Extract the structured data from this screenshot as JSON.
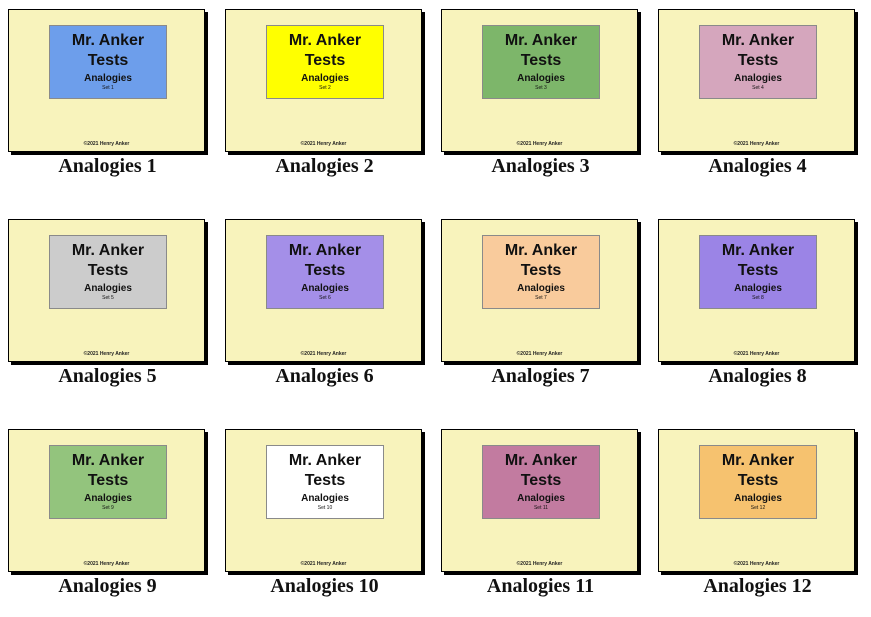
{
  "copyright": "©2021 Henry Anker",
  "cover_line1": "Mr. Anker",
  "cover_line2": "Tests",
  "cover_line3": "Analogies",
  "cards": [
    {
      "set": "Set 1",
      "caption": "Analogies 1",
      "color": "#6d9eeb"
    },
    {
      "set": "Set 2",
      "caption": "Analogies 2",
      "color": "#ffff00"
    },
    {
      "set": "Set 3",
      "caption": "Analogies 3",
      "color": "#7db66a"
    },
    {
      "set": "Set 4",
      "caption": "Analogies 4",
      "color": "#d5a6bd"
    },
    {
      "set": "Set 5",
      "caption": "Analogies 5",
      "color": "#cccccc"
    },
    {
      "set": "Set 6",
      "caption": "Analogies 6",
      "color": "#a48fe8"
    },
    {
      "set": "Set 7",
      "caption": "Analogies 7",
      "color": "#f9cb9c"
    },
    {
      "set": "Set 8",
      "caption": "Analogies 8",
      "color": "#9b84e6"
    },
    {
      "set": "Set 9",
      "caption": "Analogies 9",
      "color": "#93c47d"
    },
    {
      "set": "Set 10",
      "caption": "Analogies 10",
      "color": "#ffffff"
    },
    {
      "set": "Set 11",
      "caption": "Analogies 11",
      "color": "#c27ba0"
    },
    {
      "set": "Set 12",
      "caption": "Analogies 12",
      "color": "#f6c26f"
    }
  ]
}
